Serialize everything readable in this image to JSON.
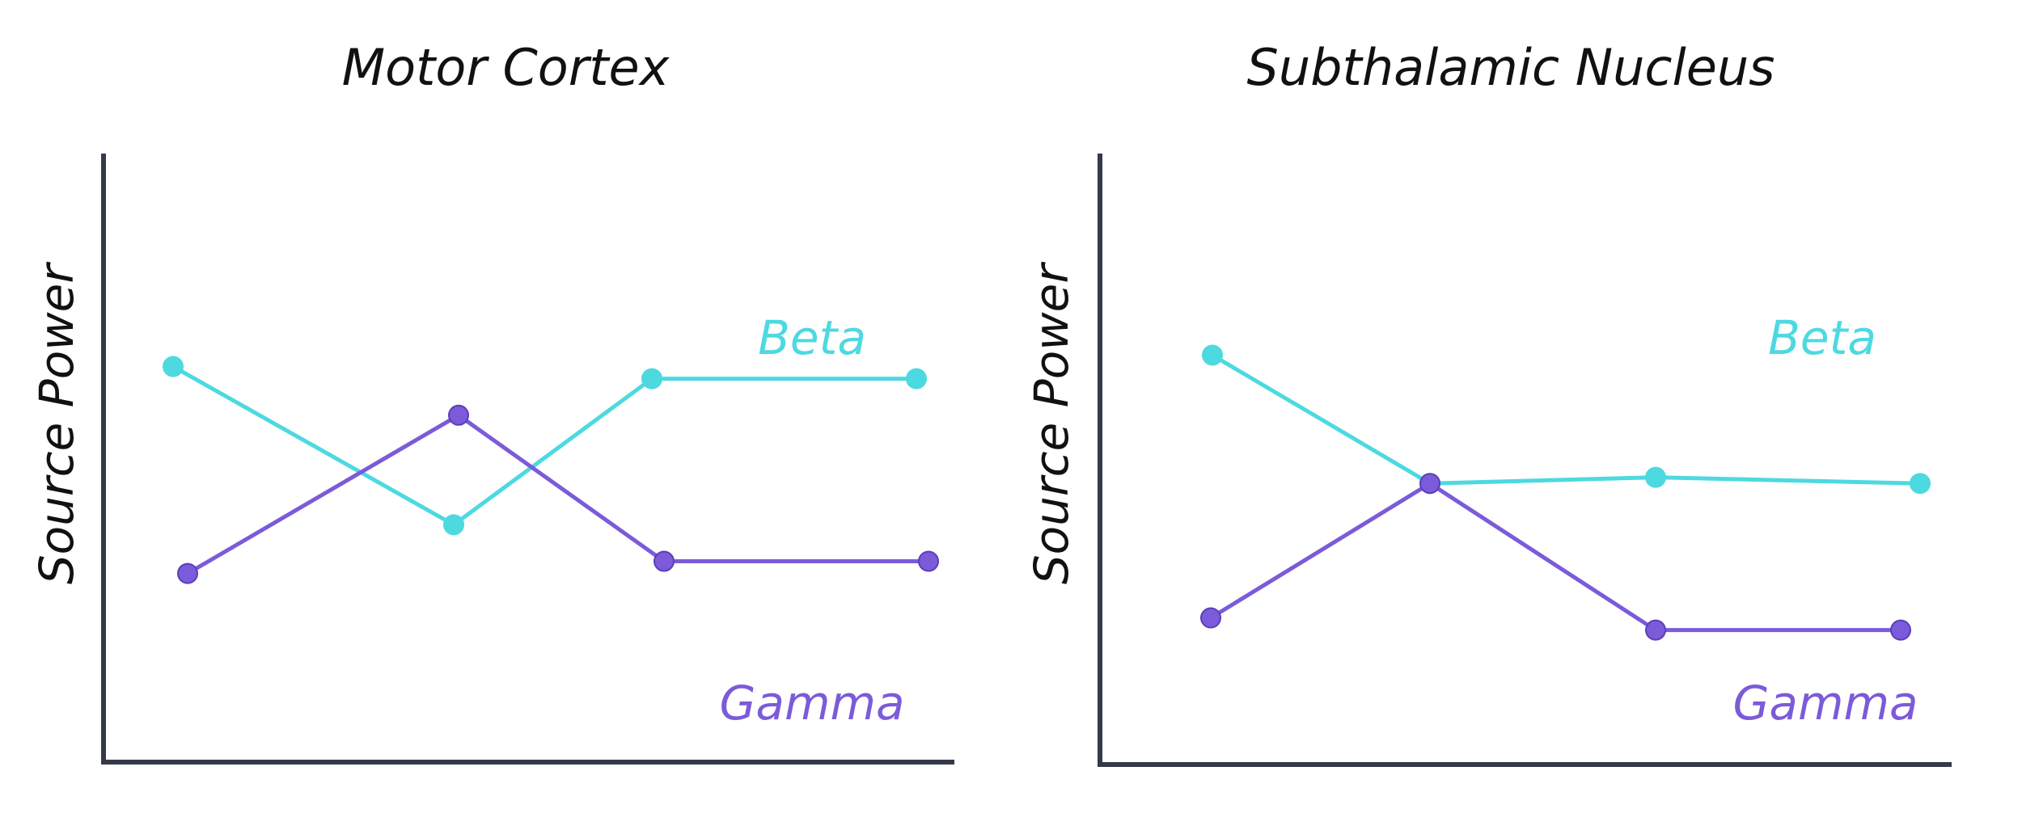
{
  "chart_data": [
    {
      "type": "line",
      "title": "Motor Cortex",
      "ylabel": "Source Power",
      "xlabel": "",
      "ylim": [
        0,
        100
      ],
      "grid": false,
      "series": [
        {
          "name": "Beta",
          "color": "#4dd9e0",
          "x": [
            0,
            1,
            2,
            3
          ],
          "values": [
            65,
            39,
            63,
            63
          ]
        },
        {
          "name": "Gamma",
          "color": "#7b5bd9",
          "x": [
            0,
            1,
            2,
            3
          ],
          "values": [
            31,
            57,
            33,
            33
          ]
        }
      ]
    },
    {
      "type": "line",
      "title": "Subthalamic Nucleus",
      "ylabel": "Source Power",
      "xlabel": "",
      "ylim": [
        0,
        100
      ],
      "grid": false,
      "series": [
        {
          "name": "Beta",
          "color": "#4dd9e0",
          "x": [
            0,
            1,
            2,
            3
          ],
          "values": [
            67,
            46,
            47,
            46
          ]
        },
        {
          "name": "Gamma",
          "color": "#7b5bd9",
          "x": [
            0,
            1,
            2,
            3
          ],
          "values": [
            24,
            46,
            22,
            22
          ]
        }
      ]
    }
  ]
}
